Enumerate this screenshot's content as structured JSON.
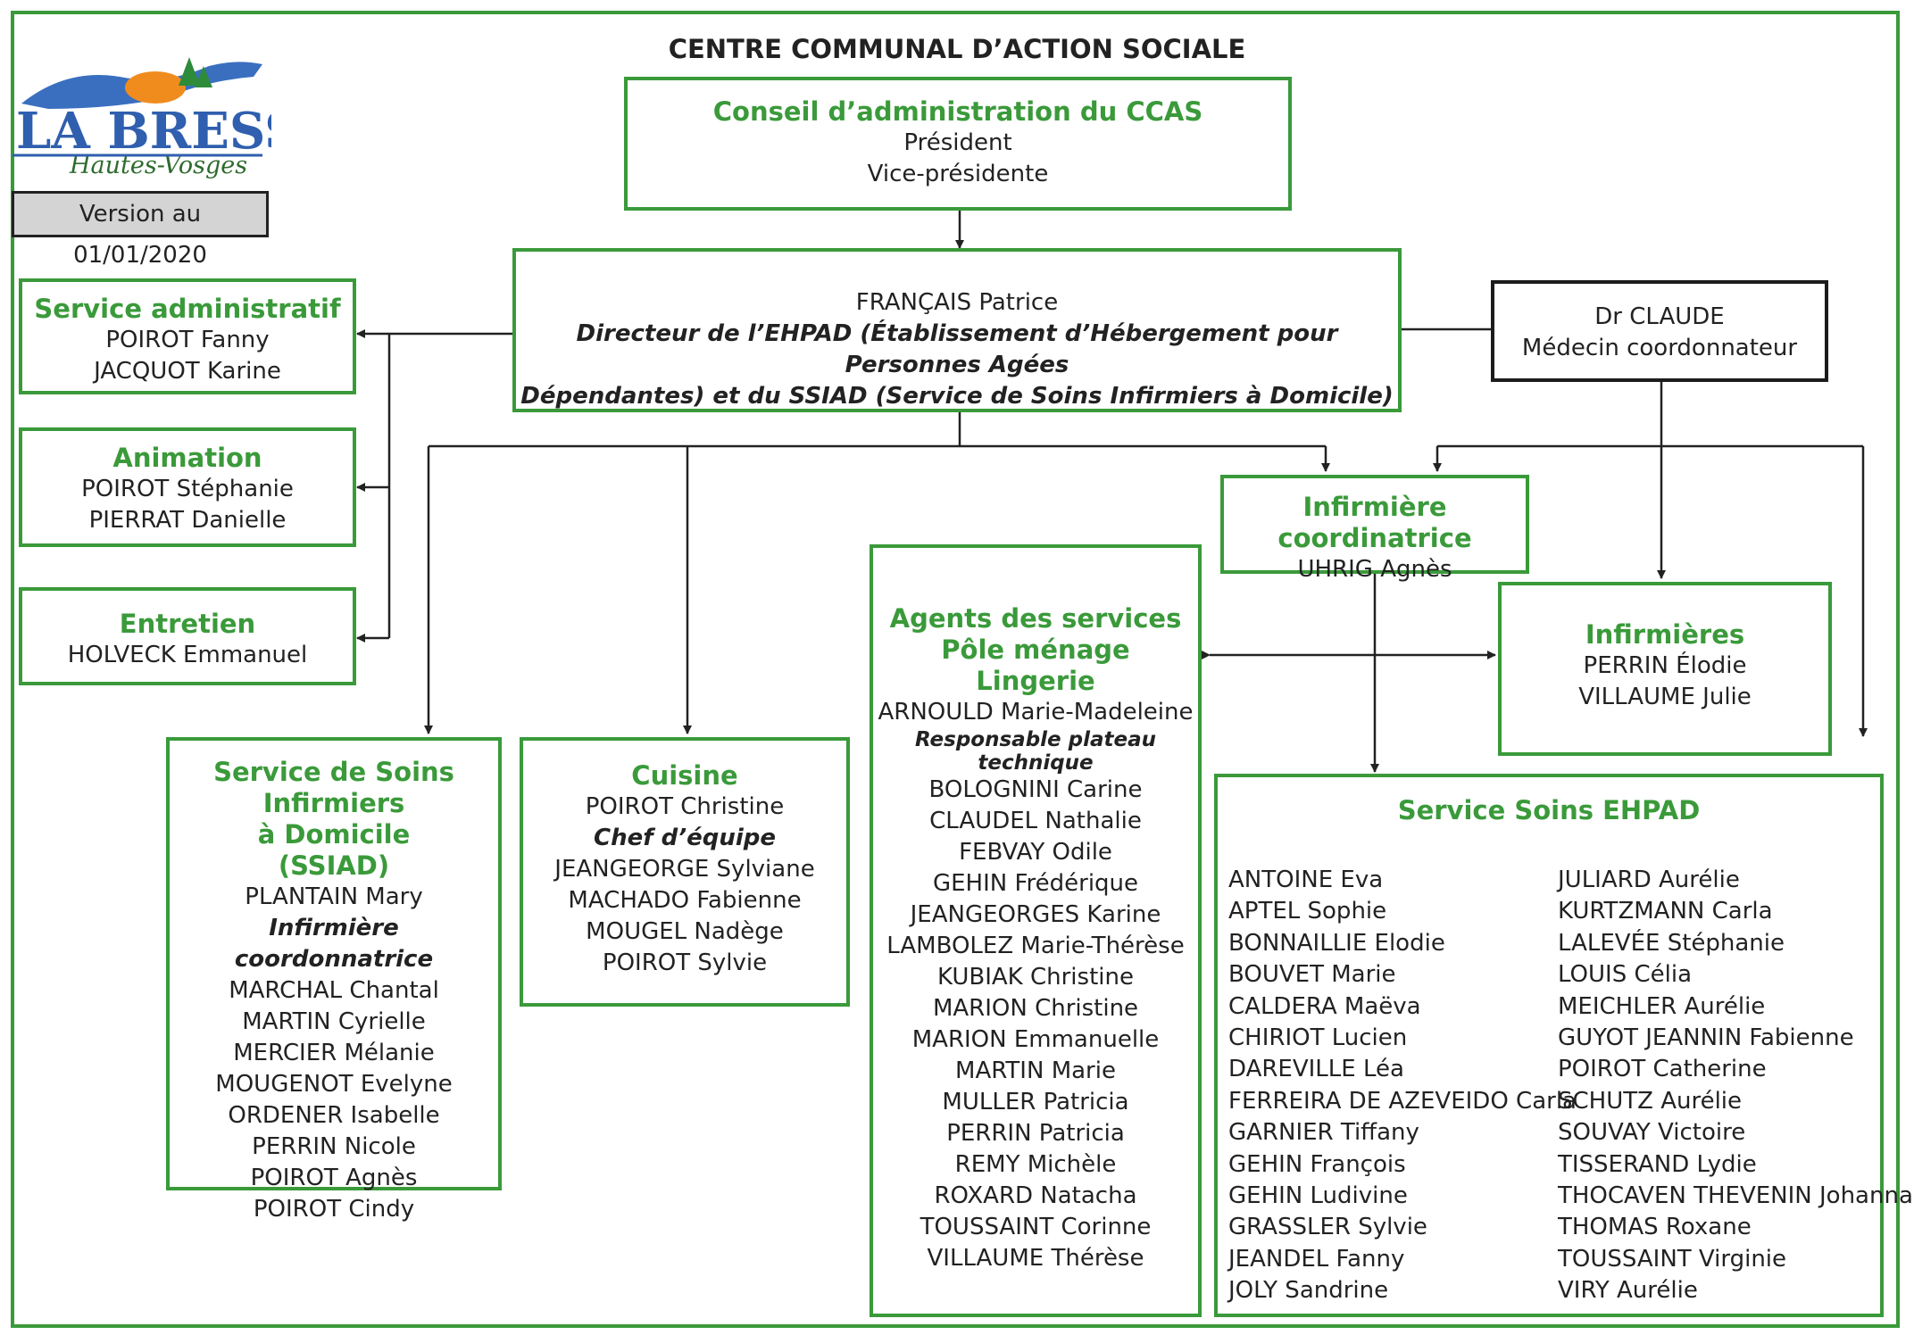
{
  "header": {
    "title": "CENTRE COMMUNAL D’ACTION SOCIALE",
    "version": "Version au 01/01/2020",
    "logo": {
      "text_main": "LA BRESSE",
      "text_sub": "Hautes-Vosges"
    }
  },
  "colors": {
    "green": "#3a9a3a",
    "black": "#1c1c1c",
    "version_bg": "#d4d4d4"
  },
  "conseil": {
    "title": "Conseil d’administration du CCAS",
    "lines": [
      "Président",
      "Vice-présidente"
    ]
  },
  "director": {
    "name": "FRANÇAIS Patrice",
    "role_line1": "Directeur de l’EHPAD (Établissement d’Hébergement pour Personnes Agées",
    "role_line2": "Dépendantes) et du SSIAD (Service de Soins Infirmiers à Domicile)"
  },
  "medecin": {
    "name": "Dr CLAUDE",
    "role": "Médecin coordonnateur"
  },
  "administratif": {
    "title": "Service administratif",
    "members": [
      "POIROT Fanny",
      "JACQUOT Karine"
    ]
  },
  "animation": {
    "title": "Animation",
    "members": [
      "POIROT Stéphanie",
      "PIERRAT Danielle"
    ]
  },
  "entretien": {
    "title": "Entretien",
    "members": [
      "HOLVECK Emmanuel"
    ]
  },
  "ssiad": {
    "title_lines": [
      "Service de Soins Infirmiers",
      "à Domicile",
      "(SSIAD)"
    ],
    "lead": "PLANTAIN Mary",
    "lead_role": "Infirmière coordonnatrice",
    "members": [
      "MARCHAL Chantal",
      "MARTIN Cyrielle",
      "MERCIER Mélanie",
      "MOUGENOT Evelyne",
      "ORDENER Isabelle",
      "PERRIN Nicole",
      "POIROT Agnès",
      "POIROT Cindy"
    ]
  },
  "cuisine": {
    "title": "Cuisine",
    "lead": "POIROT Christine",
    "lead_role": "Chef d’équipe",
    "members": [
      "JEANGEORGE Sylviane",
      "MACHADO Fabienne",
      "MOUGEL Nadège",
      "POIROT Sylvie"
    ]
  },
  "agents": {
    "title_lines": [
      "Agents des services",
      "Pôle ménage",
      "Lingerie"
    ],
    "lead": "ARNOULD Marie-Madeleine",
    "lead_role": "Responsable plateau technique",
    "members": [
      "BOLOGNINI Carine",
      "CLAUDEL Nathalie",
      "FEBVAY Odile",
      "GEHIN Frédérique",
      "JEANGEORGES Karine",
      "LAMBOLEZ Marie-Thérèse",
      "KUBIAK Christine",
      "MARION Christine",
      "MARION Emmanuelle",
      "MARTIN Marie",
      "MULLER Patricia",
      "PERRIN Patricia",
      "REMY Michèle",
      "ROXARD Natacha",
      "TOUSSAINT Corinne",
      "VILLAUME Thérèse"
    ]
  },
  "coordinatrice": {
    "title": "Infirmière coordinatrice",
    "name": "UHRIG Agnès"
  },
  "infirmieres": {
    "title": "Infirmières",
    "members": [
      "PERRIN Élodie",
      "VILLAUME Julie"
    ]
  },
  "soins_ehpad": {
    "title": "Service Soins EHPAD",
    "col1": [
      "ANTOINE Eva",
      "APTEL Sophie",
      "BONNAILLIE Elodie",
      "BOUVET Marie",
      "CALDERA Maëva",
      "CHIRIOT Lucien",
      "DAREVILLE Léa",
      "FERREIRA DE AZEVEIDO Carla",
      "GARNIER Tiffany",
      "GEHIN François",
      "GEHIN Ludivine",
      "GRASSLER Sylvie",
      "JEANDEL Fanny",
      "JOLY Sandrine"
    ],
    "col2": [
      "JULIARD Aurélie",
      "KURTZMANN Carla",
      "LALEVÉE Stéphanie",
      "LOUIS Célia",
      "MEICHLER Aurélie",
      "GUYOT JEANNIN Fabienne",
      "POIROT Catherine",
      "SCHUTZ Aurélie",
      "SOUVAY Victoire",
      "TISSERAND Lydie",
      "THOCAVEN THEVENIN Johanna",
      "THOMAS Roxane",
      "TOUSSAINT Virginie",
      "VIRY Aurélie"
    ]
  }
}
